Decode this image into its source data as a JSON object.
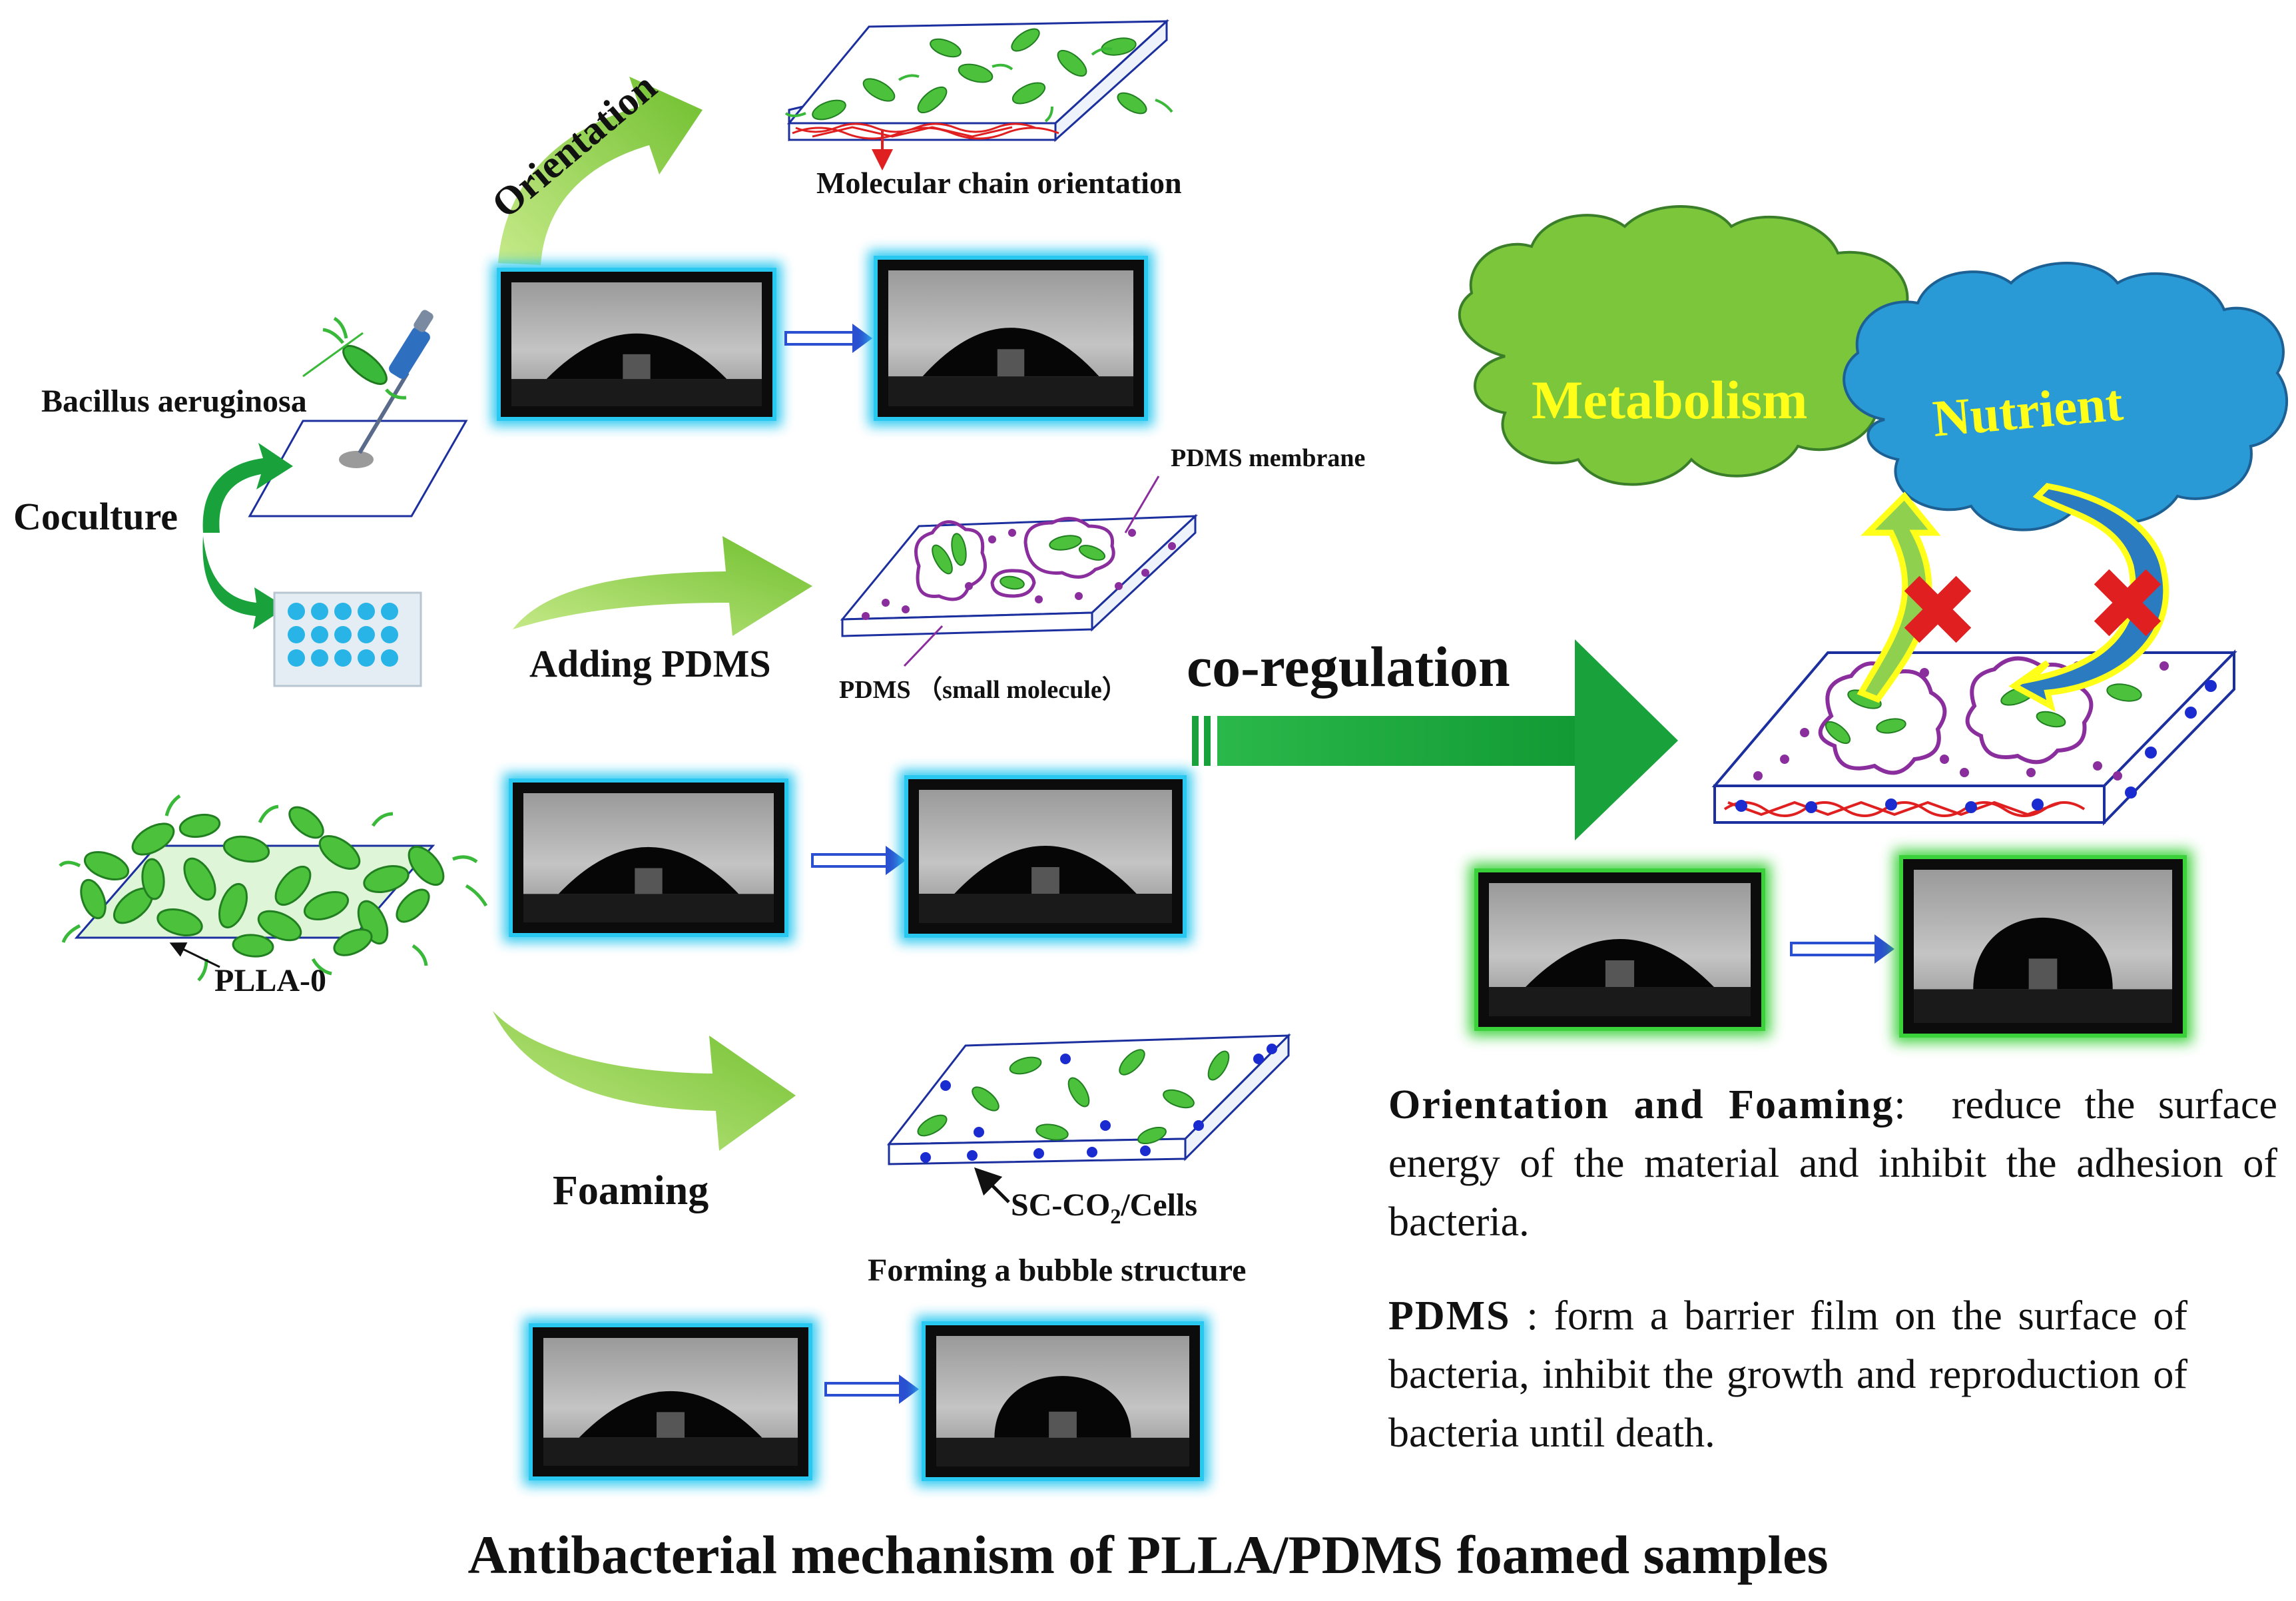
{
  "labels": {
    "orientation": "Orientation",
    "molecular_chain": "Molecular chain orientation",
    "bacillus": "Bacillus aeruginosa",
    "coculture": "Coculture",
    "pdms_membrane": "PDMS membrane",
    "adding_pdms": "Adding PDMS",
    "pdms_small": "PDMS （small molecule）",
    "co_regulation": "co-regulation",
    "metabolism": "Metabolism",
    "nutrient": "Nutrient",
    "plla0": "PLLA-0",
    "foaming": "Foaming",
    "sc_co2_pre": "SC-CO",
    "sc_co2_sub": "2",
    "sc_co2_post": "/Cells",
    "bubble": "Forming a bubble structure"
  },
  "text_blocks": {
    "of_head": "Orientation and Foaming",
    "of_sep": ":  ",
    "of_body": "reduce the surface energy of the material and inhibit the adhesion of bacteria.",
    "pdms_head": "PDMS",
    "pdms_sep": " : ",
    "pdms_body": "form a barrier film on the surface of bacteria, inhibit the growth and reproduction of bacteria until death."
  },
  "caption": "Antibacterial mechanism of PLLA/PDMS foamed samples",
  "colors": {
    "green_arrow": "#7cc93a",
    "dark_green_arrow": "#19a23c",
    "cyan_frame": "#29c8f0",
    "green_frame": "#3bd13b",
    "metabolism_cloud": "#7bc63a",
    "nutrient_cloud": "#2a9ad6",
    "bacteria": "#3ab83a",
    "pdms_purple": "#8a2e9e",
    "red": "#e02020",
    "blue_dot": "#1a2bd0"
  }
}
